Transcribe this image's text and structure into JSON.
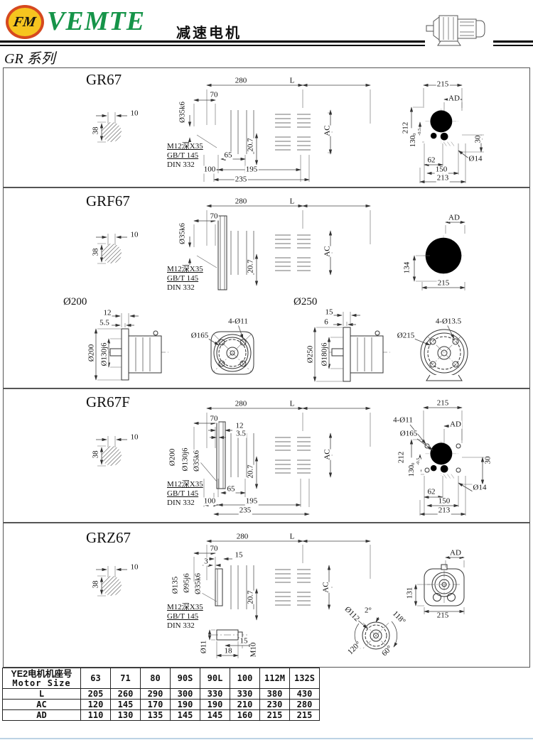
{
  "header": {
    "logo_monogram": "FM",
    "brand": "VEMTE",
    "doc_title": "减速电机",
    "series_label": "GR 系列"
  },
  "sections": {
    "gr67": {
      "title": "GR67",
      "key_w": "10",
      "shaft_h": "38",
      "top_len": "280",
      "motor_len": "L",
      "shaft_len": "70",
      "shaft_dia": "Ø35k6",
      "note1": "M12深X35",
      "note2": "GB/T 145",
      "note3": "DIN 332",
      "mid": "20.7",
      "motor_dia": "AC",
      "foot1": "65",
      "foot2": "100",
      "foot3": "195",
      "foot4": "235",
      "end": {
        "w": "215",
        "ad": "AD",
        "h": "212",
        "c130": "130",
        "tol_top": "0",
        "tol_bot": "-0.5",
        "off30": "30",
        "hole": "Ø14",
        "b62": "62",
        "b150": "150",
        "b213": "213"
      }
    },
    "grf67": {
      "title": "GRF67",
      "key_w": "10",
      "shaft_h": "38",
      "top_len": "280",
      "motor_len": "L",
      "shaft_len": "70",
      "shaft_dia": "Ø35k6",
      "note1": "M12深X35",
      "note2": "GB/T 145",
      "note3": "DIN 332",
      "mid": "20.7",
      "motor_dia": "AC",
      "end": {
        "ad": "AD",
        "h134": "134",
        "w": "215"
      },
      "f200": {
        "title": "Ø200",
        "t12": "12",
        "t55": "5.5",
        "dia": "Ø200",
        "spigot": "Ø130j6",
        "bc": "Ø165",
        "holes": "4-Ø11"
      },
      "f250": {
        "title": "Ø250",
        "t15": "15",
        "t6": "6",
        "dia": "Ø250",
        "spigot": "Ø180j6",
        "bc": "Ø215",
        "holes": "4-Ø13.5"
      }
    },
    "gr67f": {
      "title": "GR67F",
      "key_w": "10",
      "shaft_h": "38",
      "top_len": "280",
      "motor_len": "L",
      "shaft_len": "70",
      "t12": "12",
      "t35": "3.5",
      "fl_dia": "Ø200",
      "fl_spigot": "Ø130j6",
      "shaft_dia": "Ø35k6",
      "note1": "M12深X35",
      "note2": "GB/T 145",
      "note3": "DIN 332",
      "mid": "20.7",
      "motor_dia": "AC",
      "foot1": "65",
      "foot2": "100",
      "foot3": "195",
      "foot4": "235",
      "end": {
        "w": "215",
        "holes": "4-Ø11",
        "ad": "AD",
        "bc": "Ø165",
        "h": "212",
        "c130": "130",
        "tol_top": "0",
        "tol_bot": "-0.5",
        "off30": "30",
        "hole": "Ø14",
        "b62": "62",
        "b150": "150",
        "b213": "213"
      }
    },
    "grz67": {
      "title": "GRZ67",
      "key_w": "10",
      "shaft_h": "38",
      "top_len": "280",
      "motor_len": "L",
      "shaft_len": "70",
      "t15": "15",
      "t3": "3",
      "fl_dia": "Ø135",
      "fl_spigot": "Ø95j6",
      "shaft_dia": "Ø35k6",
      "note1": "M12深X35",
      "note2": "GB/T 145",
      "note3": "DIN 332",
      "mid": "20.7",
      "motor_dia": "AC",
      "end": {
        "ad": "AD",
        "h131": "131",
        "w": "215"
      },
      "stub": {
        "d11": "Ø11",
        "l15": "15",
        "l18": "18",
        "tap": "M10"
      },
      "ring": {
        "dia": "Ø112",
        "a2": "2°",
        "a118": "118°",
        "a120": "120°",
        "a60": "60°"
      }
    }
  },
  "table": {
    "header_cn": "YE2电机机座号",
    "header_en": "Motor Size",
    "columns": [
      "63",
      "71",
      "80",
      "90S",
      "90L",
      "100",
      "112M",
      "132S"
    ],
    "rows": [
      {
        "label": "L",
        "values": [
          "205",
          "260",
          "290",
          "300",
          "330",
          "330",
          "380",
          "430"
        ]
      },
      {
        "label": "AC",
        "values": [
          "120",
          "145",
          "170",
          "190",
          "190",
          "210",
          "230",
          "280"
        ]
      },
      {
        "label": "AD",
        "values": [
          "110",
          "130",
          "135",
          "145",
          "145",
          "160",
          "215",
          "215"
        ]
      }
    ]
  }
}
